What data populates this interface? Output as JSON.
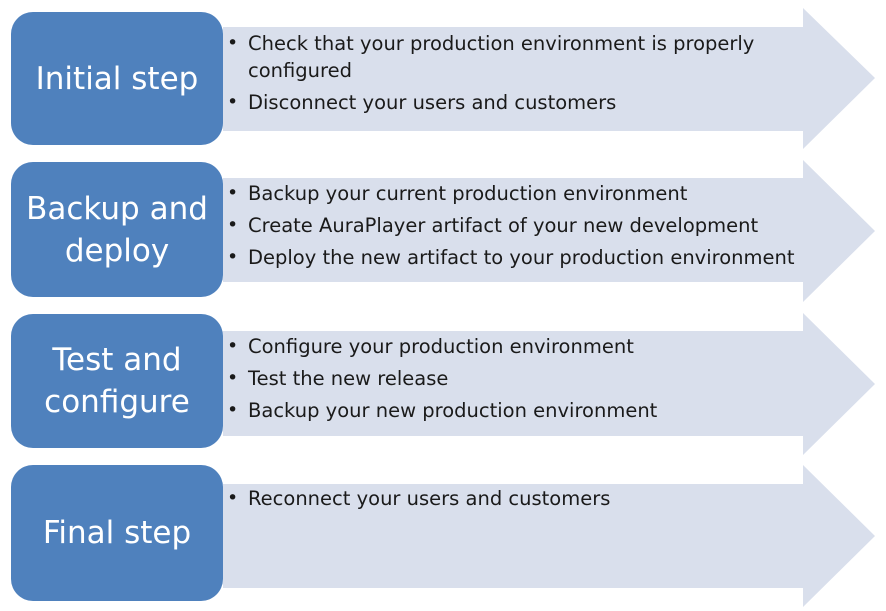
{
  "colors": {
    "step_box": "#4f81bd",
    "arrow_fill": "#d9dfec",
    "text": "#1a1a1a"
  },
  "steps": [
    {
      "title": "Initial step",
      "bullets": [
        "Check that your production environment is properly configured",
        "Disconnect your users and customers"
      ]
    },
    {
      "title": "Backup and deploy",
      "bullets": [
        "Backup your current production environment",
        "Create AuraPlayer artifact of your new development",
        "Deploy the new artifact to your production environment"
      ]
    },
    {
      "title": "Test and configure",
      "bullets": [
        "Configure your production environment",
        "Test the new release",
        "Backup your new production environment"
      ]
    },
    {
      "title": "Final step",
      "bullets": [
        "Reconnect your users and customers"
      ]
    }
  ]
}
